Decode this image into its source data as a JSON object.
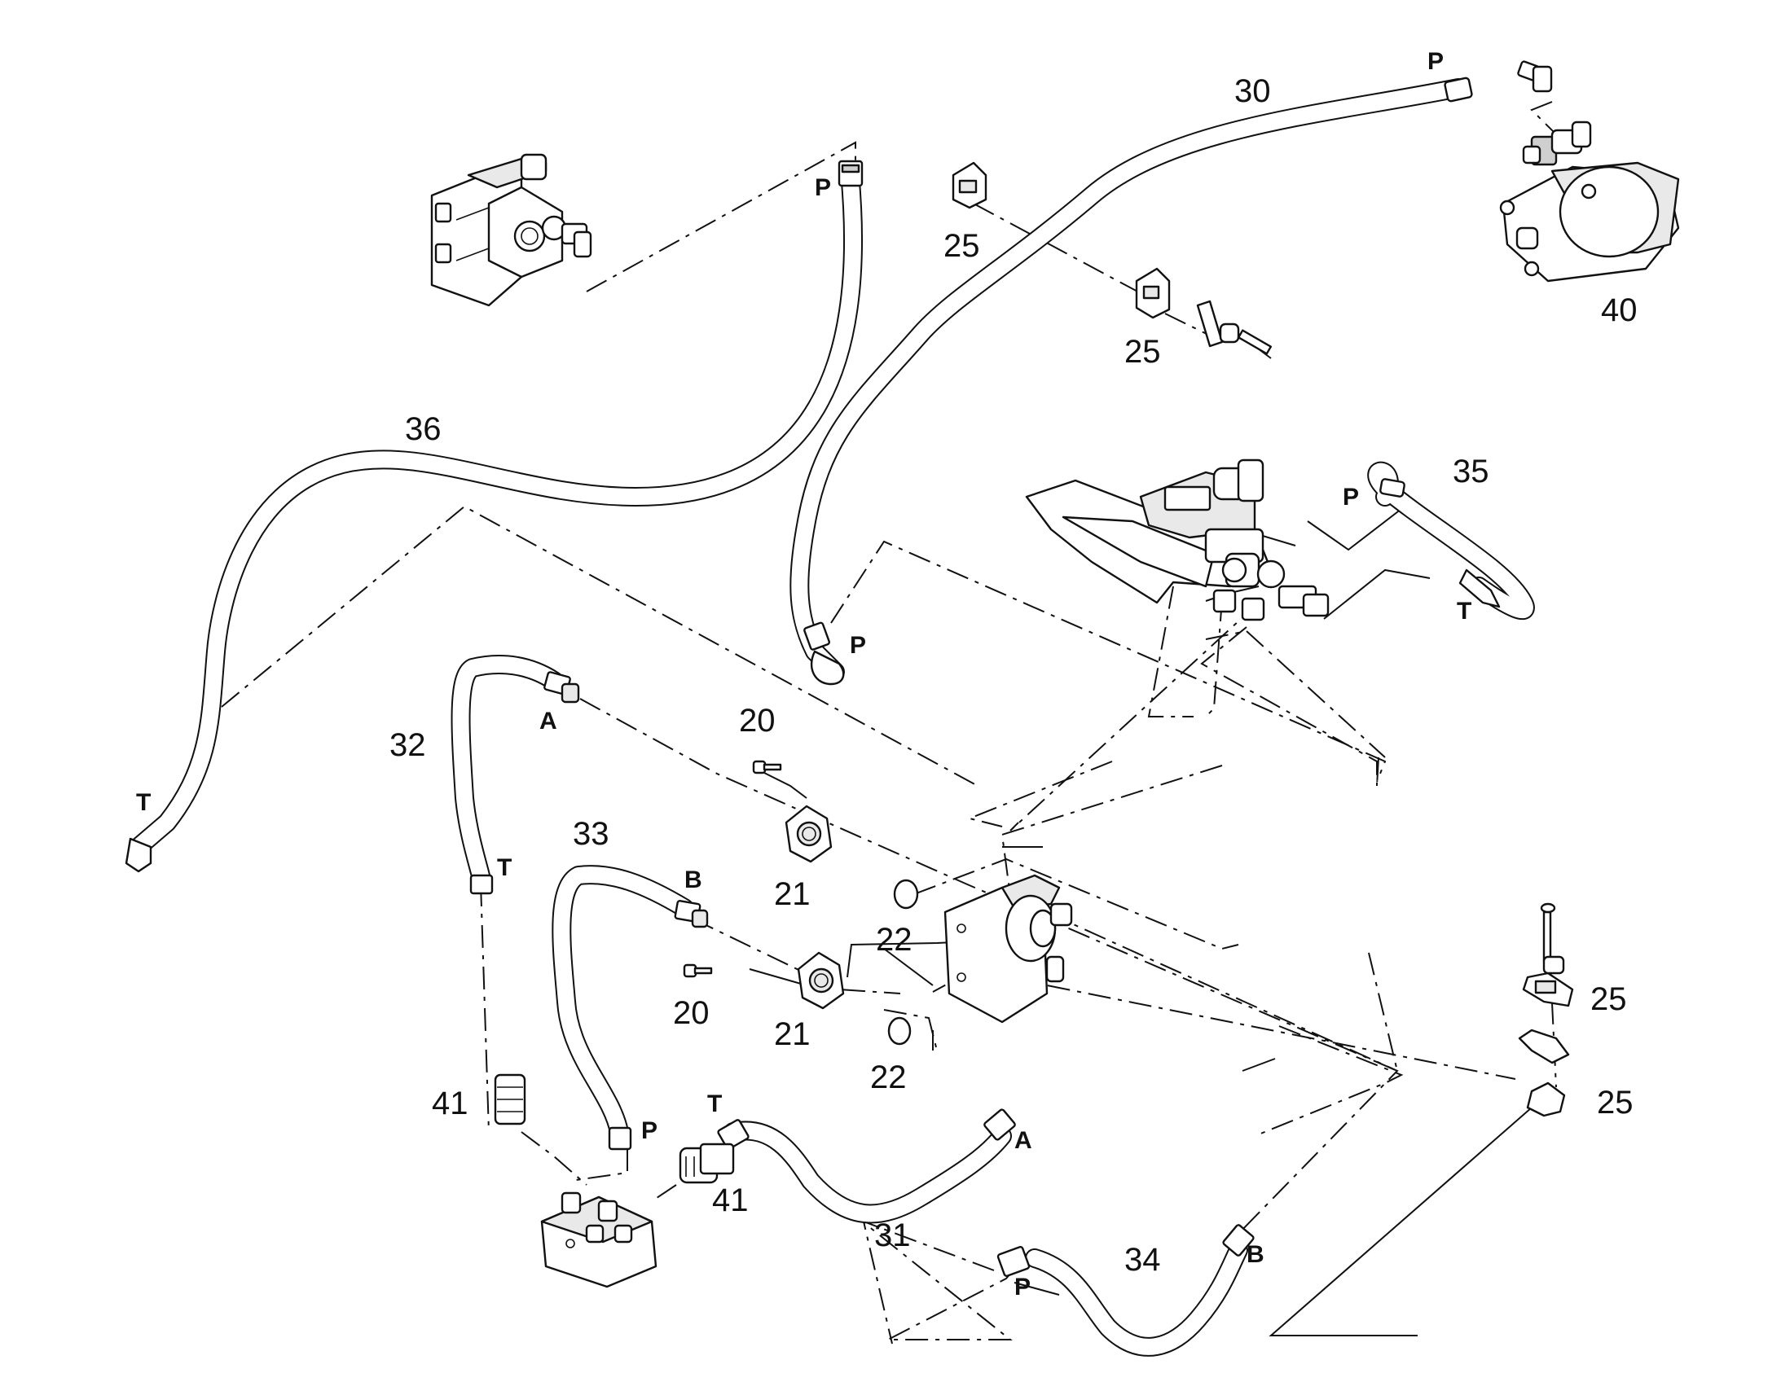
{
  "callouts": {
    "c20a": "20",
    "c20b": "20",
    "c21a": "21",
    "c21b": "21",
    "c22a": "22",
    "c22b": "22",
    "c25a": "25",
    "c25b": "25",
    "c25c": "25",
    "c25d": "25",
    "c30": "30",
    "c31": "31",
    "c32": "32",
    "c33": "33",
    "c34": "34",
    "c35": "35",
    "c36": "36",
    "c40": "40",
    "c41a": "41",
    "c41b": "41"
  },
  "ports": {
    "p30": "P",
    "p36": "P",
    "p30b": "P",
    "p35": "P",
    "t35": "T",
    "t36": "T",
    "a32": "A",
    "t32": "T",
    "b33": "B",
    "p33": "P",
    "t31": "T",
    "a31": "A",
    "p34": "P",
    "b34": "B"
  },
  "icons": {
    "valve_block": "valve-block-icon",
    "hydraulic_pump": "hydraulic-pump-icon",
    "hose_clamp": "hose-clamp-icon",
    "flange": "flange-icon",
    "o_ring": "o-ring-icon",
    "bolt": "bolt-icon",
    "motor": "motor-icon",
    "tank_valve": "tank-valve-icon",
    "adapter": "adapter-icon",
    "manifold": "manifold-block-icon"
  },
  "colors": {
    "line": "#111111",
    "background": "#ffffff"
  }
}
